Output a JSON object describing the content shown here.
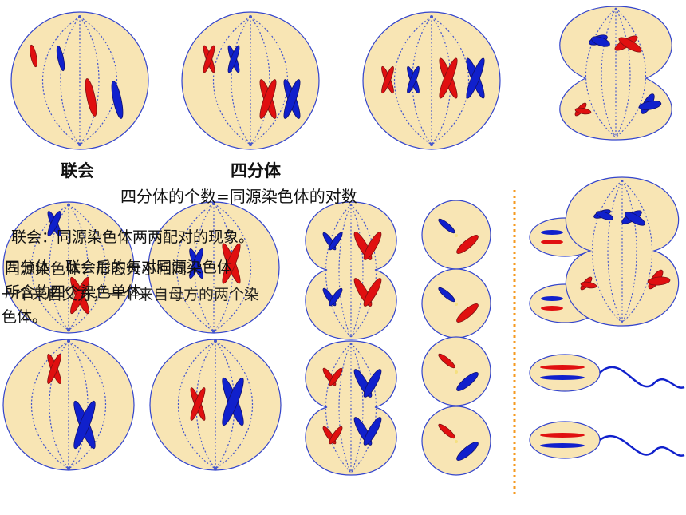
{
  "labels": {
    "synapsis": "联会",
    "tetrad": "四分体",
    "tetrad_count": "四分体的个数=同源染色体的对数",
    "synapsis_def": "联会：同源染色体两两配对的现象。",
    "overlap_line1": "四分体：联会后的每对同源染色体",
    "overlap_line2": "同源染色体：形态大小相同，",
    "overlap_line3": "所含的四个染色单体。",
    "overlap_line4": "一个来自父方，一个来自母方的两个染",
    "overlap_line5": "色体。"
  },
  "colors": {
    "cell_fill": "#f8e5b4",
    "cell_stroke": "#3344cc",
    "spindle": "#4455cc",
    "maternal": "#e01010",
    "paternal": "#1020cc",
    "divider": "#f59a20"
  }
}
